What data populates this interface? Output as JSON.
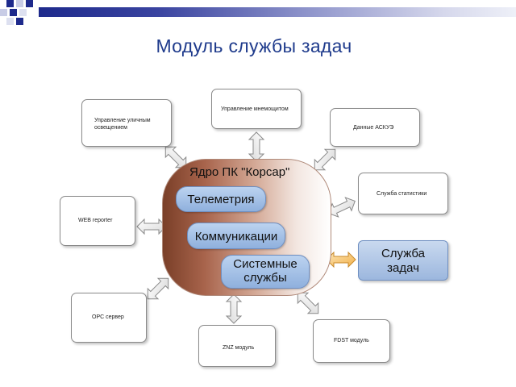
{
  "title": "Модуль службы задач",
  "core": {
    "title": "Ядро ПК \"Корсар\"",
    "components": [
      "Телеметрия",
      "Коммуникации",
      "Системные службы"
    ]
  },
  "modules": {
    "street_lighting": "Управление уличным освещением",
    "mnemonic": "Управление мнемощитом",
    "askue": "Данные АСКУЭ",
    "statistics": "Служба статистики",
    "web_reporter": "WEB reporter",
    "opc": "OPC сервер",
    "znz": "ZNZ модуль",
    "fdst": "FDST модуль"
  },
  "highlighted_module": {
    "line1": "Служба",
    "line2": "задач"
  },
  "colors": {
    "title": "#1f3b8c",
    "header_bar": "#1e2a8c",
    "pill": "#8fb0dd",
    "core_dark": "#7a3f28",
    "highlight_arrow": "#f5c36a"
  }
}
